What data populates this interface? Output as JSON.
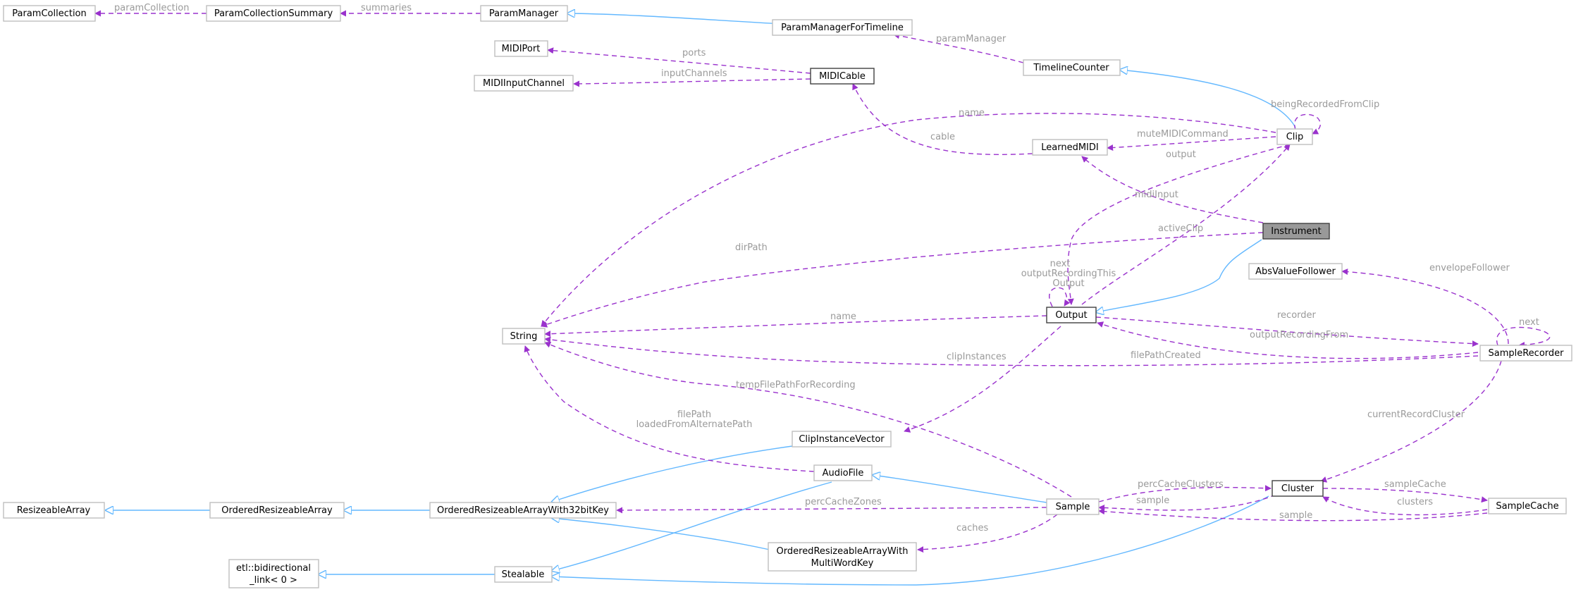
{
  "nodes": {
    "ParamCollection": "ParamCollection",
    "ParamCollectionSummary": "ParamCollectionSummary",
    "ParamManager": "ParamManager",
    "ParamManagerForTimeline": "ParamManagerForTimeline",
    "MIDIPort": "MIDIPort",
    "MIDIInputChannel": "MIDIInputChannel",
    "MIDICable": "MIDICable",
    "TimelineCounter": "TimelineCounter",
    "Clip": "Clip",
    "LearnedMIDI": "LearnedMIDI",
    "Instrument": "Instrument",
    "AbsValueFollower": "AbsValueFollower",
    "Output": "Output",
    "String": "String",
    "SampleRecorder": "SampleRecorder",
    "ClipInstanceVector": "ClipInstanceVector",
    "AudioFile": "AudioFile",
    "Cluster": "Cluster",
    "SampleCache": "SampleCache",
    "Sample": "Sample",
    "ResizeableArray": "ResizeableArray",
    "OrderedResizeableArray": "OrderedResizeableArray",
    "OrderedResizeableArrayWith32bitKey": "OrderedResizeableArrayWith32bitKey",
    "OrderedResizeableArrayWithMultiWordKey_1": "OrderedResizeableArrayWith",
    "OrderedResizeableArrayWithMultiWordKey_2": "MultiWordKey",
    "etl_link_1": "etl::bidirectional",
    "etl_link_2": "_link< 0 >",
    "Stealable": "Stealable"
  },
  "edge_labels": {
    "paramCollection": "paramCollection",
    "summaries": "summaries",
    "paramManager": "paramManager",
    "ports": "ports",
    "inputChannels": "inputChannels",
    "beingRecordedFromClip": "beingRecordedFromClip",
    "name_clip": "name",
    "muteMIDICommand": "muteMIDICommand",
    "cable": "cable",
    "output_clip": "output",
    "midiInput": "midiInput",
    "activeClip": "activeClip",
    "dirPath": "dirPath",
    "next_output": "next",
    "outputRecordingThis": "outputRecordingThis",
    "Output_self": "Output",
    "envelopeFollower": "envelopeFollower",
    "next_recorder": "next",
    "name_output": "name",
    "recorder": "recorder",
    "outputRecordingFrom": "outputRecordingFrom",
    "clipInstances": "clipInstances",
    "filePathCreated": "filePathCreated",
    "tempFilePathForRecording": "tempFilePathForRecording",
    "currentRecordCluster": "currentRecordCluster",
    "filePath": "filePath",
    "loadedFromAlternatePath": "loadedFromAlternatePath",
    "percCacheClusters": "percCacheClusters",
    "sampleCache": "sampleCache",
    "sample_cluster": "sample",
    "percCacheZones": "percCacheZones",
    "clusters": "clusters",
    "sample_cache": "sample",
    "caches": "caches"
  }
}
